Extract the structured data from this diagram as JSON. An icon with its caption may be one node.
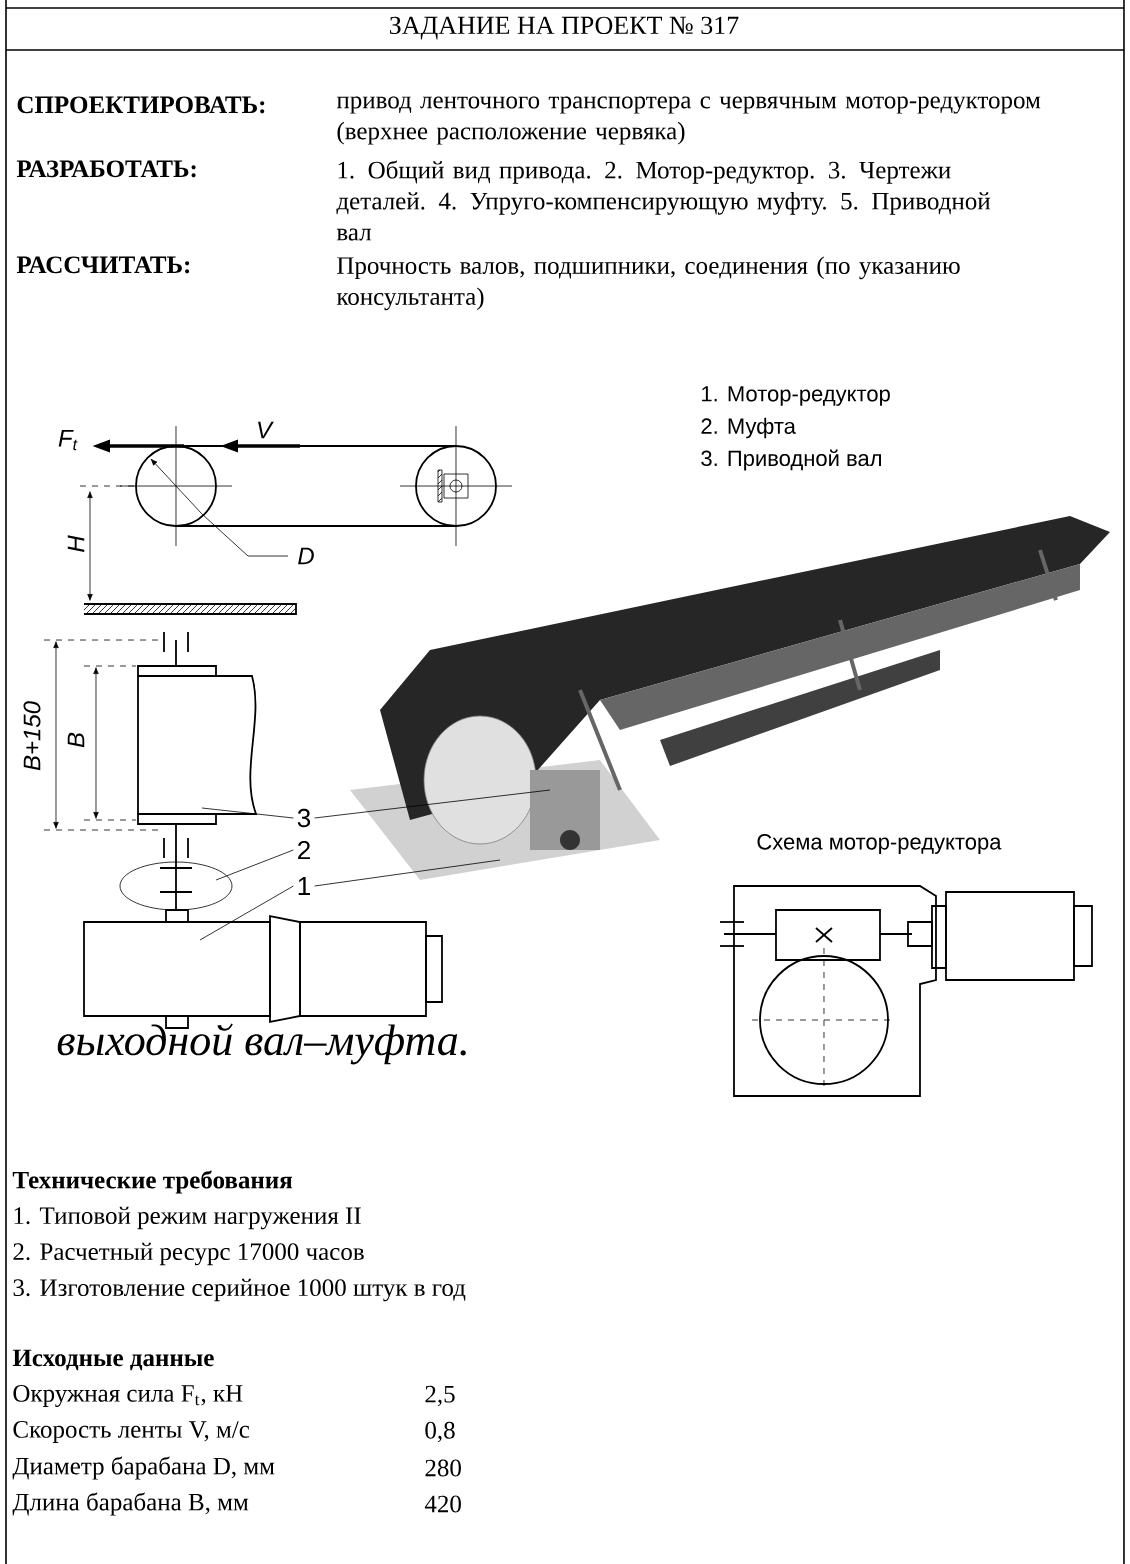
{
  "diagram": {
    "title": "ЗАДАНИЕ НА ПРОЕКТ № 317",
    "nodes": [
      {
        "text": [
          "3"
        ]
      },
      {
        "text": [
          "2"
        ]
      },
      {
        "text": [
          "1"
        ]
      }
    ],
    "edges": [
      {
        "from": 0,
        "to": null,
        "arrow": "none"
      },
      {
        "from": 0,
        "to": null,
        "arrow": "none"
      },
      {
        "from": 1,
        "to": null,
        "arrow": "none"
      },
      {
        "from": 2,
        "to": null,
        "arrow": "none"
      },
      {
        "from": 2,
        "to": null,
        "arrow": "none"
      }
    ],
    "labels": [
      "СПРОЕКТИРОВАТЬ:",
      "привод ленточного транспортера с червячным мотор-редуктором (верхнее расположение червяка)",
      "РАЗРАБОТАТЬ:",
      "1. Общий вид привода. 2. Мотор-редуктор. 3. Чертежи деталей. 4. Упруго-компенсирующую муфту. 5. Приводной вал",
      "РАССЧИТАТЬ:",
      "Прочность валов, подшипники, соединения (по указанию консультанта)",
      "F$_{t}$",
      "V",
      "H",
      "D",
      "B+150",
      "B",
      "1. Мотор-редуктор",
      "2. Муфта",
      "3. Приводной вал",
      "Схема мотор-редуктора",
      "выходной вал–муфта.",
      "Технические требования",
      "1. Типовой режим нагружения II",
      "2. Расчетный ресурс 17000 часов",
      "3. Изготовление серийное 1000 штук в год",
      "Исходные данные",
      "Окружная сила F$_{t}$, кН",
      "2,5",
      "Скорость ленты V, м/с",
      "0,8",
      "Диаметр барабана D, мм",
      "280",
      "Длина барабана B, мм",
      "420"
    ]
  }
}
